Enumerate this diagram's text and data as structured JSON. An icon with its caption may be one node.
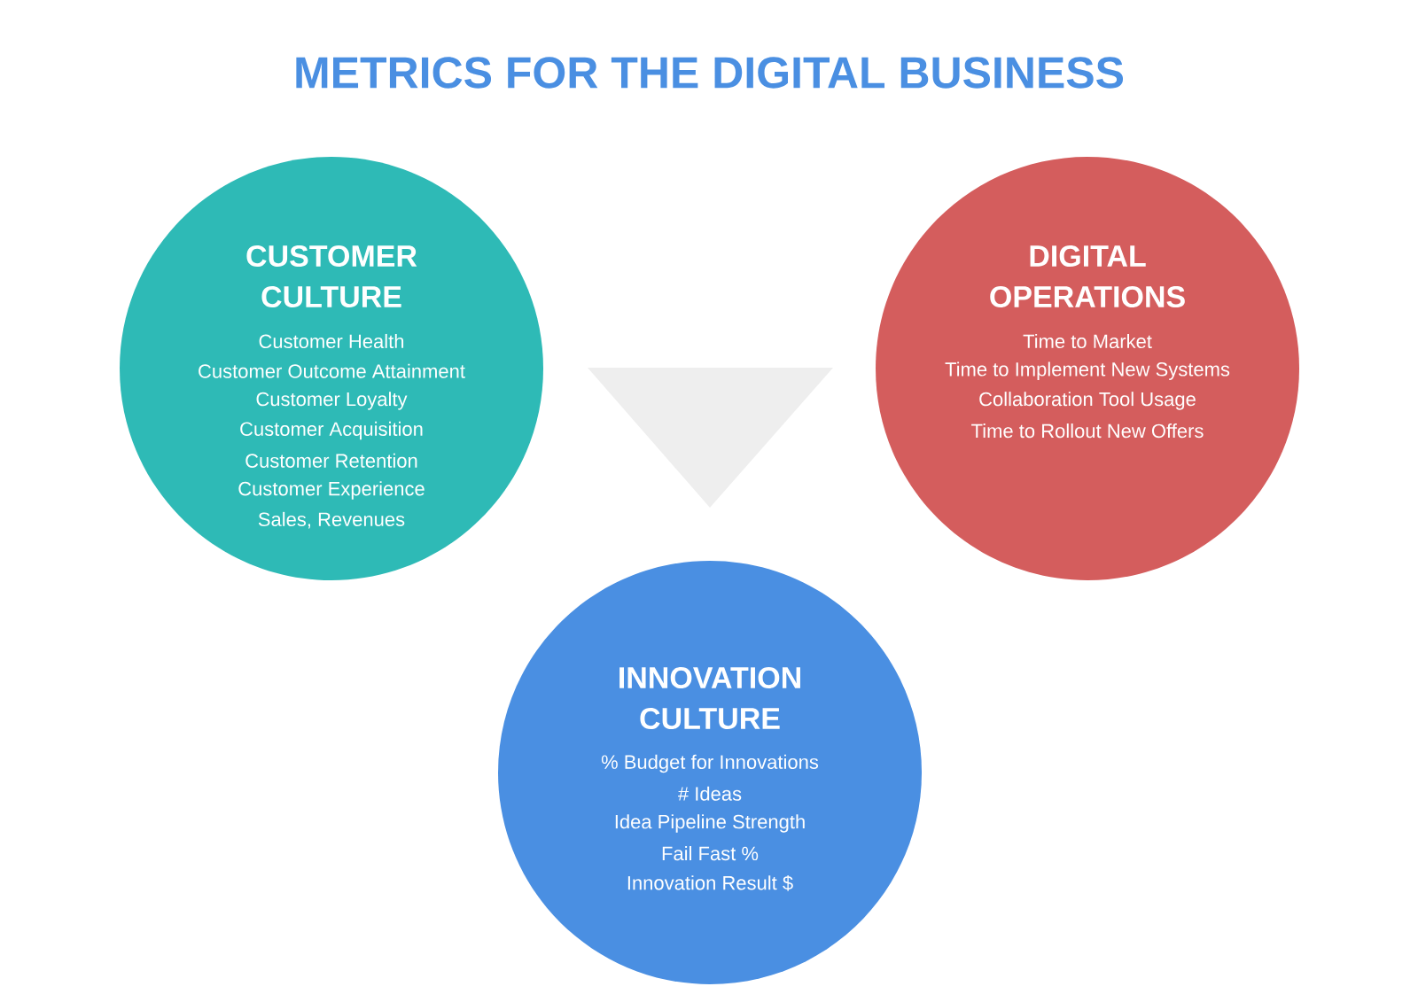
{
  "diagram": {
    "title": "METRICS FOR THE DIGITAL BUSINESS",
    "nodes": [
      {
        "text": [
          "CUSTOMER CULTURE",
          "Customer Health",
          "Customer Outcome Attainment",
          "Customer Loyalty",
          "Customer Acquisition",
          "Customer Retention",
          "Customer Experience",
          "Sales, Revenues"
        ]
      },
      {
        "text": [
          "DIGITAL OPERATIONS",
          "Time to Market",
          "Time to Implement New Systems",
          "Collaboration Tool Usage",
          "Time to Rollout New Offers"
        ]
      },
      {
        "text": [
          "INNOVATION CULTURE",
          "% Budget for Innovations",
          "# Ideas",
          "Idea Pipeline Strength",
          "Fail Fast %",
          "Innovation Result $"
        ]
      }
    ]
  }
}
